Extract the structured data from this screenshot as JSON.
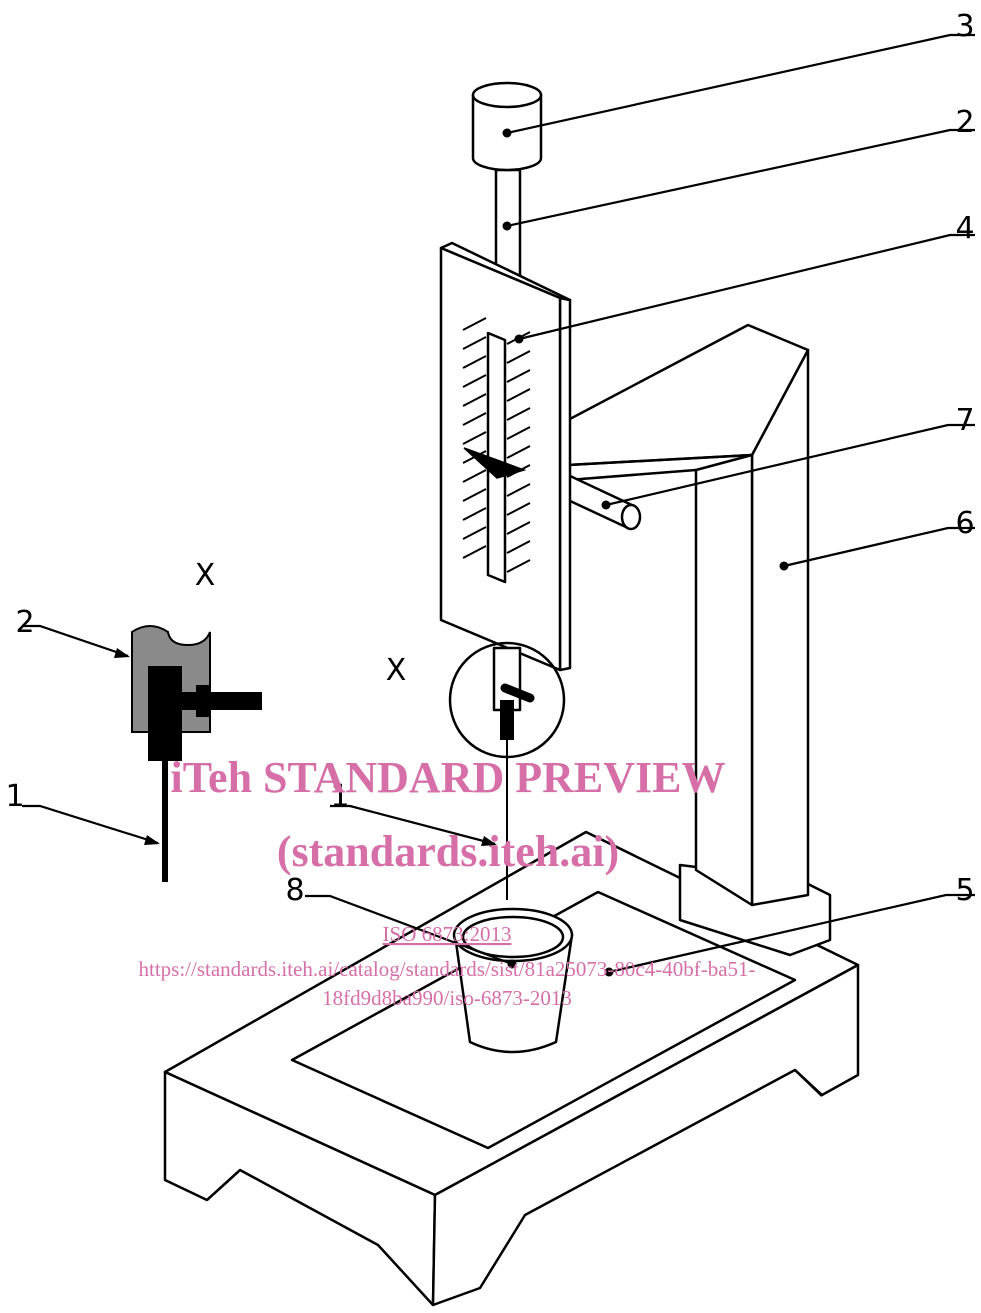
{
  "labels": {
    "l1_main": "1",
    "l1_detail": "1",
    "l2_main": "2",
    "l2_detail": "2",
    "l3": "3",
    "l4": "4",
    "l5": "5",
    "l6": "6",
    "l7": "7",
    "l8": "8",
    "x_detail": "X",
    "x_main": "X"
  },
  "watermark": {
    "line1": "iTeh STANDARD PREVIEW",
    "line2": "(standards.iteh.ai)",
    "line3": "ISO 6873:2013",
    "line4": "https://standards.iteh.ai/catalog/standards/sist/81a25073-80c4-40bf-ba51-",
    "line5": "18fd9d8ba990/iso-6873-2013"
  }
}
